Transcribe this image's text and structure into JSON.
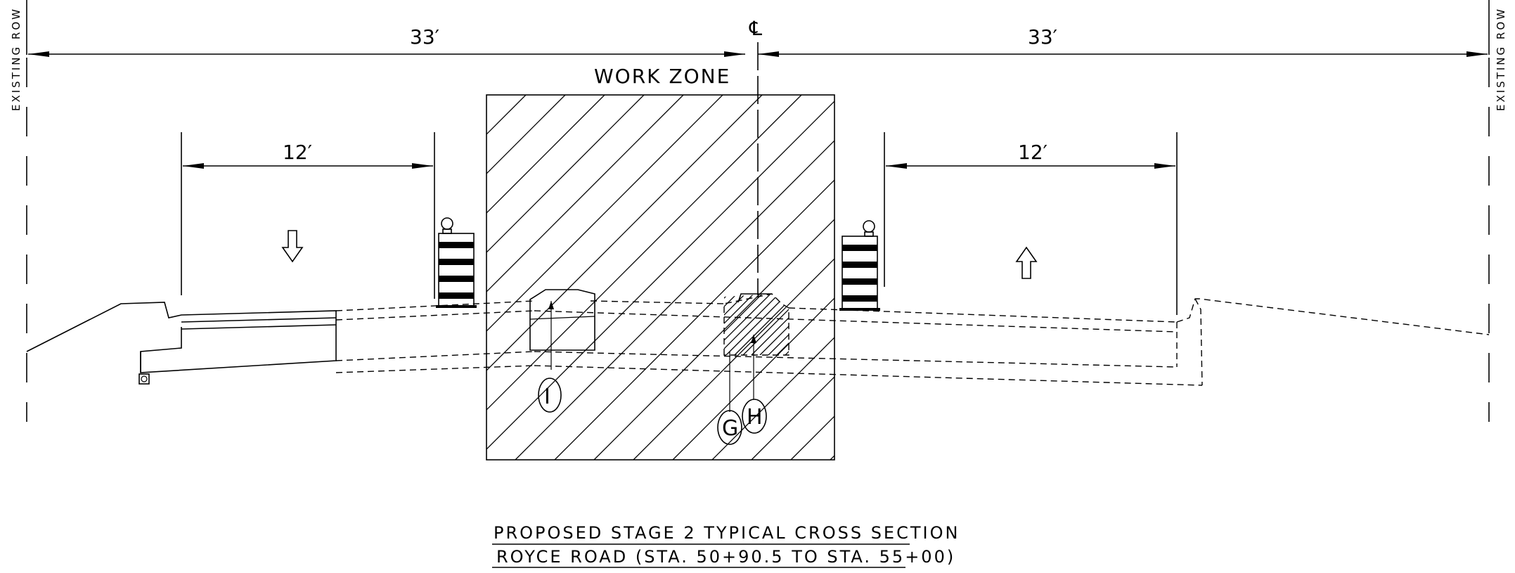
{
  "dimensions": {
    "left_half_width": "33′",
    "right_half_width": "33′",
    "left_lane_width": "12′",
    "right_lane_width": "12′"
  },
  "labels": {
    "centerline_symbol": "℄",
    "work_zone": "WORK ZONE",
    "left_row": "EXISTING ROW",
    "right_row": "EXISTING ROW"
  },
  "callouts": {
    "i": "I",
    "g": "G",
    "h": "H"
  },
  "title": {
    "line1": "PROPOSED STAGE 2 TYPICAL CROSS SECTION",
    "line2": "ROYCE ROAD (STA. 50+90.5 TO STA. 55+00)"
  },
  "icons": {
    "lane_arrows": [
      "arrow-down-icon",
      "arrow-up-icon"
    ],
    "drums": [
      "traffic-drum-icon",
      "traffic-drum-icon"
    ]
  }
}
